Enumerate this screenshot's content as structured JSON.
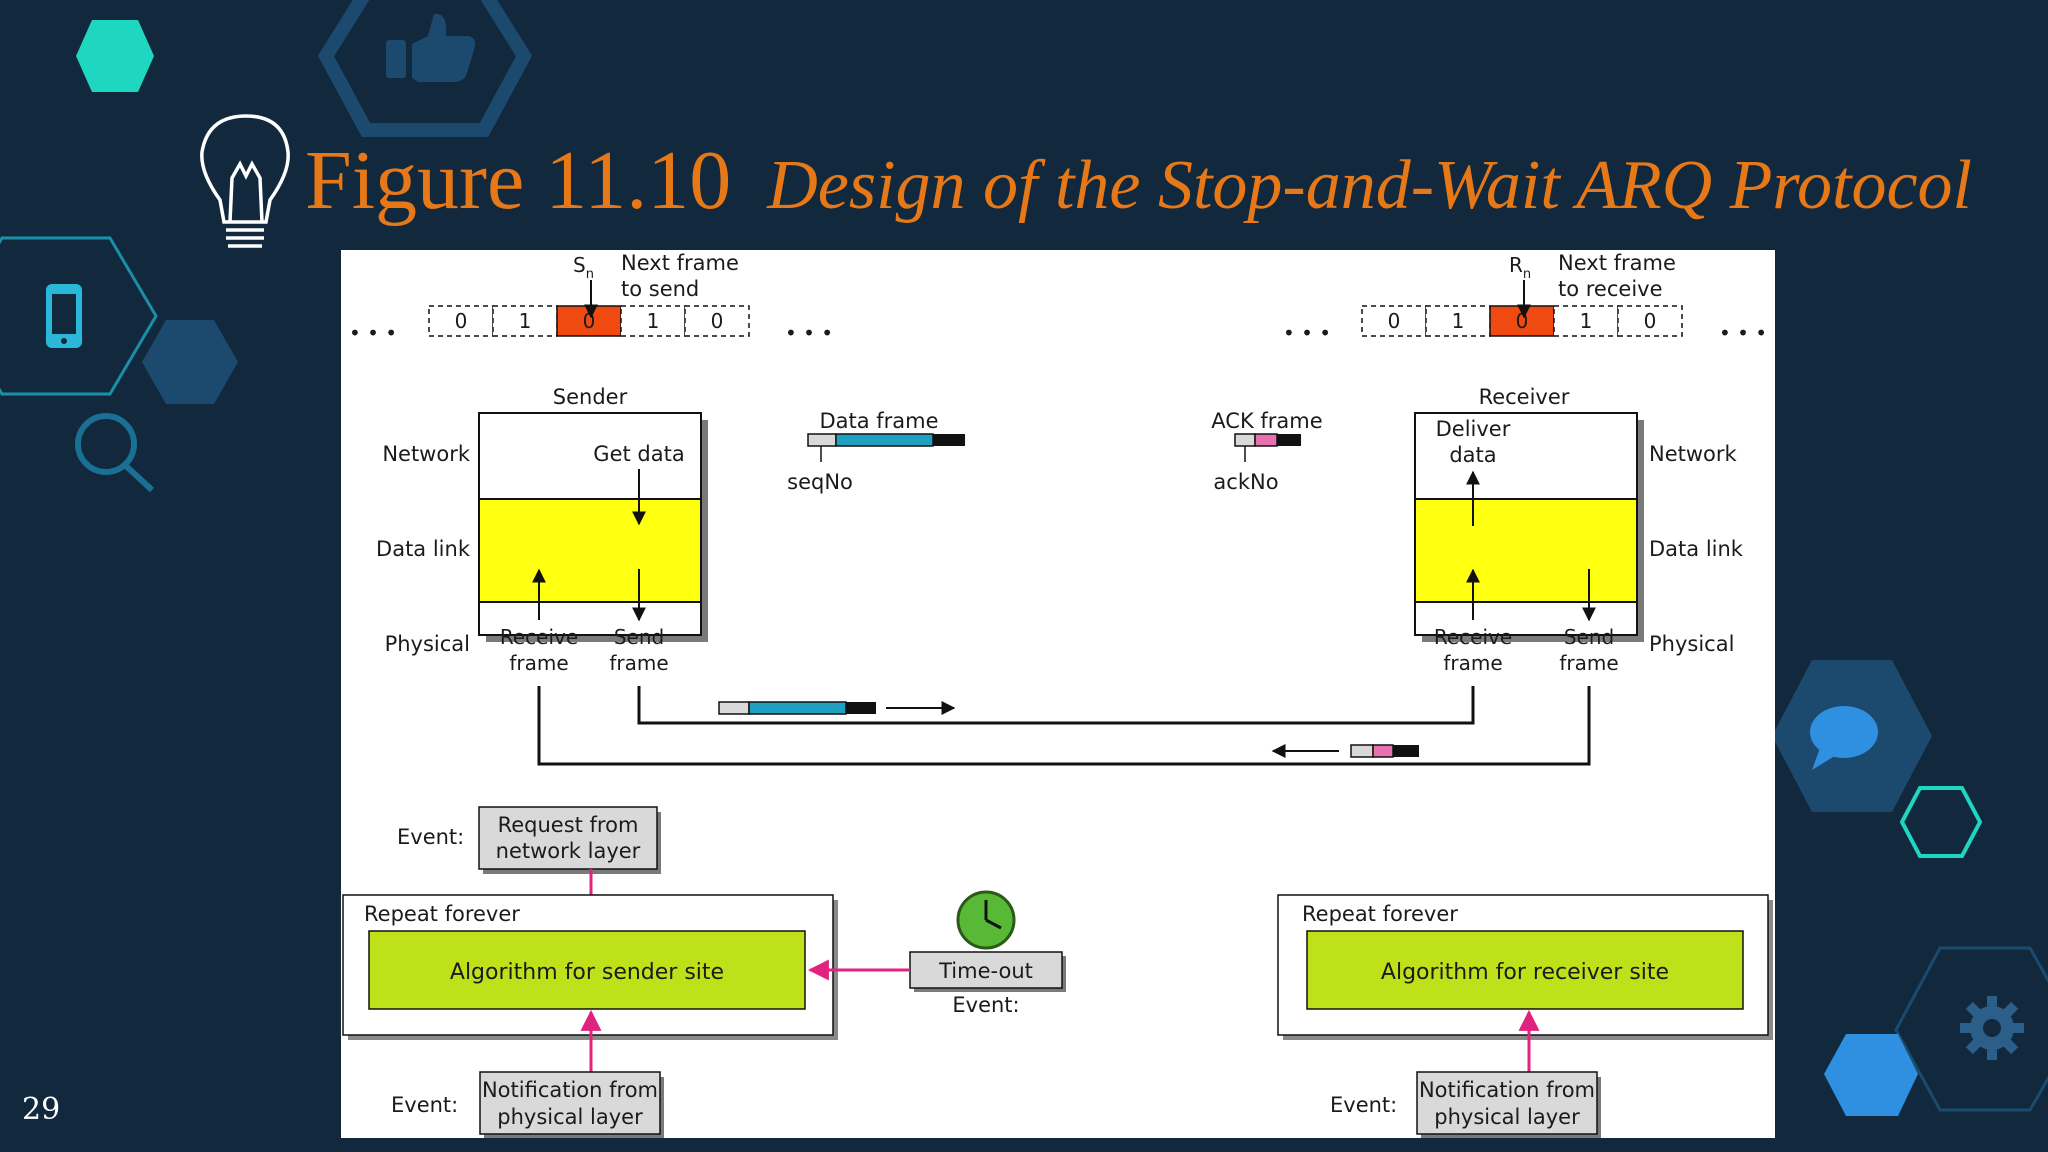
{
  "slide": {
    "figure_label": "Figure 11.10",
    "figure_caption": "Design of the Stop-and-Wait ARQ Protocol",
    "slide_number": "29"
  },
  "colors": {
    "background": "#11283d",
    "title": "#e67817",
    "hex_teal": "#1fd6c0",
    "hex_blue": "#1c4a6e",
    "hex_bright": "#2f8fe0",
    "datalink_yellow": "#ffff10",
    "algorithm_green": "#bfe11a",
    "event_gray": "#d9d9d9",
    "current_frame": "#f04a10",
    "event_arrow": "#e0237e",
    "clock": "#57b935"
  },
  "icons": [
    "thumbs-up-icon",
    "lightbulb-icon",
    "smartphone-icon",
    "magnifier-icon",
    "speech-bubble-icon",
    "gear-icon",
    "clock-icon"
  ],
  "diagram": {
    "sender_window": {
      "pointer_label": "S",
      "pointer_sub": "n",
      "caption_line1": "Next frame",
      "caption_line2": "to send",
      "frames": [
        "0",
        "1",
        "0",
        "1",
        "0"
      ],
      "current_index": 2,
      "ellipsis": "• • •"
    },
    "receiver_window": {
      "pointer_label": "R",
      "pointer_sub": "n",
      "caption_line1": "Next frame",
      "caption_line2": "to receive",
      "frames": [
        "0",
        "1",
        "0",
        "1",
        "0"
      ],
      "current_index": 2,
      "ellipsis": "• • •"
    },
    "sender": {
      "title": "Sender",
      "layer_network": "Network",
      "layer_datalink": "Data link",
      "layer_physical": "Physical",
      "get_data": "Get data",
      "receive_line1": "Receive",
      "receive_line2": "frame",
      "send_line1": "Send",
      "send_line2": "frame"
    },
    "receiver": {
      "title": "Receiver",
      "deliver_line1": "Deliver",
      "deliver_line2": "data",
      "layer_network": "Network",
      "layer_datalink": "Data link",
      "layer_physical": "Physical",
      "receive_line1": "Receive",
      "receive_line2": "frame",
      "send_line1": "Send",
      "send_line2": "frame"
    },
    "data_frame": {
      "label": "Data frame",
      "field": "seqNo"
    },
    "ack_frame": {
      "label": "ACK frame",
      "field": "ackNo"
    },
    "sender_events": {
      "event_label": "Event:",
      "request_line1": "Request from",
      "request_line2": "network layer",
      "repeat_label": "Repeat forever",
      "algorithm": "Algorithm for sender site",
      "notification_line1": "Notification from",
      "notification_line2": "physical layer"
    },
    "timeout": {
      "label": "Time-out",
      "event_label": "Event:"
    },
    "receiver_events": {
      "repeat_label": "Repeat forever",
      "algorithm": "Algorithm for receiver site",
      "event_label": "Event:",
      "notification_line1": "Notification from",
      "notification_line2": "physical layer"
    }
  }
}
